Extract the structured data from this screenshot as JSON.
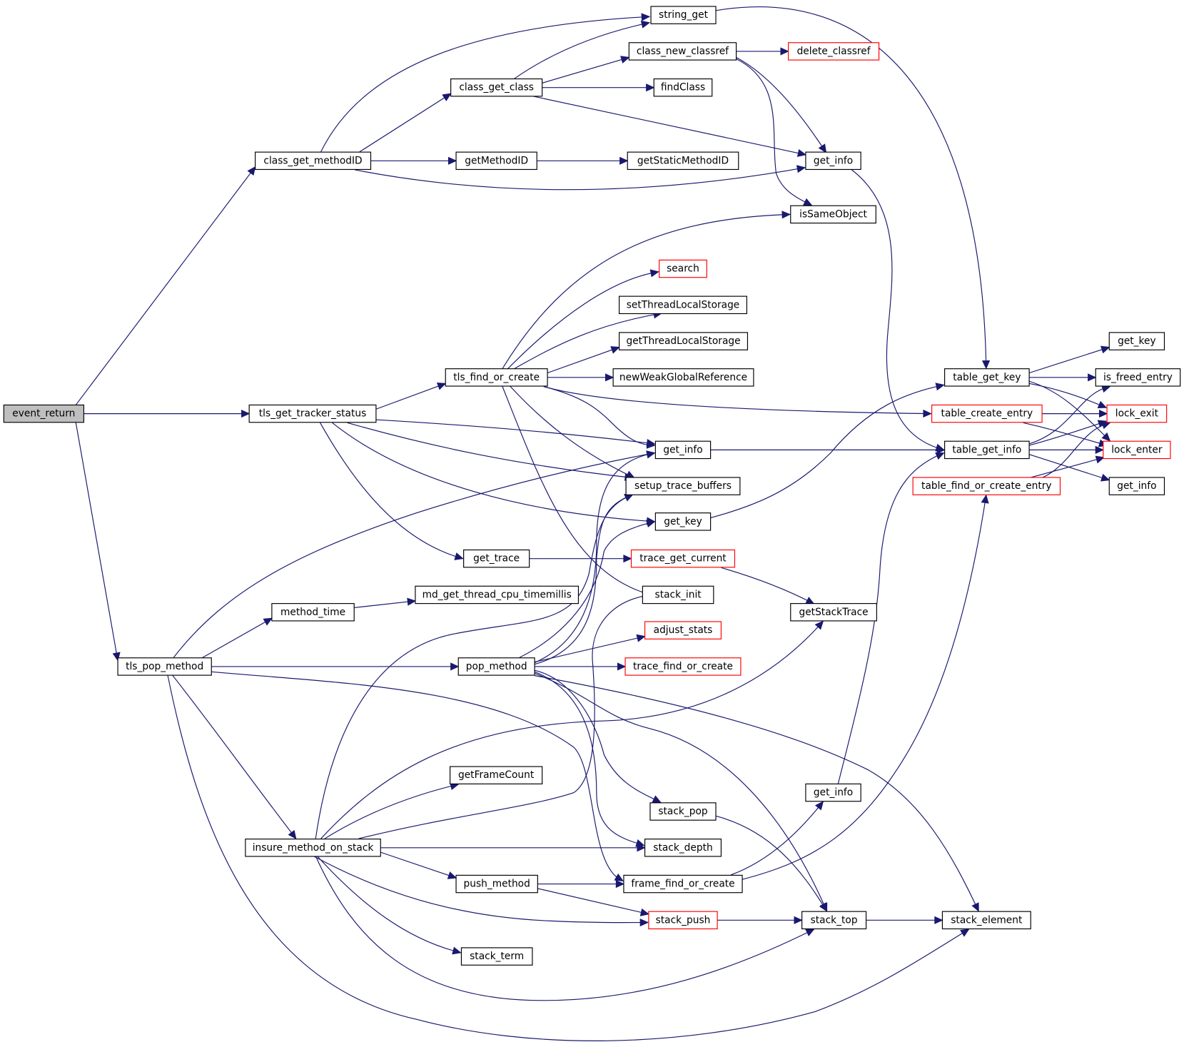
{
  "diagram": {
    "type": "call-graph",
    "root": "event_return",
    "colors": {
      "edge": "#191970",
      "node_border": "#000000",
      "node_border_undocumented": "#ff0000",
      "root_fill": "#bfbfbf",
      "node_fill": "#ffffff"
    },
    "nodes": {
      "event_return": {
        "label": "event_return",
        "style": "root"
      },
      "class_get_methodID": {
        "label": "class_get_methodID",
        "style": "normal"
      },
      "tls_get_tracker_status": {
        "label": "tls_get_tracker_status",
        "style": "normal"
      },
      "tls_pop_method": {
        "label": "tls_pop_method",
        "style": "normal"
      },
      "class_get_class": {
        "label": "class_get_class",
        "style": "normal"
      },
      "getMethodID": {
        "label": "getMethodID",
        "style": "normal"
      },
      "string_get": {
        "label": "string_get",
        "style": "normal"
      },
      "class_new_classref": {
        "label": "class_new_classref",
        "style": "normal"
      },
      "findClass": {
        "label": "findClass",
        "style": "normal"
      },
      "getStaticMethodID": {
        "label": "getStaticMethodID",
        "style": "normal"
      },
      "delete_classref": {
        "label": "delete_classref",
        "style": "red"
      },
      "get_info_a": {
        "label": "get_info",
        "style": "normal"
      },
      "isSameObject": {
        "label": "isSameObject",
        "style": "normal"
      },
      "tls_find_or_create": {
        "label": "tls_find_or_create",
        "style": "normal"
      },
      "search": {
        "label": "search",
        "style": "red"
      },
      "setThreadLocalStorage": {
        "label": "setThreadLocalStorage",
        "style": "normal"
      },
      "getThreadLocalStorage": {
        "label": "getThreadLocalStorage",
        "style": "normal"
      },
      "newWeakGlobalReference": {
        "label": "newWeakGlobalReference",
        "style": "normal"
      },
      "get_info_b": {
        "label": "get_info",
        "style": "normal"
      },
      "setup_trace_buffers": {
        "label": "setup_trace_buffers",
        "style": "normal"
      },
      "get_key_b": {
        "label": "get_key",
        "style": "normal"
      },
      "get_trace": {
        "label": "get_trace",
        "style": "normal"
      },
      "trace_get_current": {
        "label": "trace_get_current",
        "style": "red"
      },
      "method_time": {
        "label": "method_time",
        "style": "normal"
      },
      "md_get_thread_cpu_timemillis": {
        "label": "md_get_thread_cpu_timemillis",
        "style": "normal"
      },
      "stack_init": {
        "label": "stack_init",
        "style": "normal"
      },
      "adjust_stats": {
        "label": "adjust_stats",
        "style": "red"
      },
      "pop_method": {
        "label": "pop_method",
        "style": "normal"
      },
      "trace_find_or_create": {
        "label": "trace_find_or_create",
        "style": "red"
      },
      "getStackTrace": {
        "label": "getStackTrace",
        "style": "normal"
      },
      "getFrameCount": {
        "label": "getFrameCount",
        "style": "normal"
      },
      "get_info_c": {
        "label": "get_info",
        "style": "normal"
      },
      "stack_pop": {
        "label": "stack_pop",
        "style": "normal"
      },
      "insure_method_on_stack": {
        "label": "insure_method_on_stack",
        "style": "normal"
      },
      "stack_depth": {
        "label": "stack_depth",
        "style": "normal"
      },
      "push_method": {
        "label": "push_method",
        "style": "normal"
      },
      "frame_find_or_create": {
        "label": "frame_find_or_create",
        "style": "normal"
      },
      "stack_push": {
        "label": "stack_push",
        "style": "red"
      },
      "stack_top": {
        "label": "stack_top",
        "style": "normal"
      },
      "stack_element": {
        "label": "stack_element",
        "style": "normal"
      },
      "stack_term": {
        "label": "stack_term",
        "style": "normal"
      },
      "table_get_key": {
        "label": "table_get_key",
        "style": "normal"
      },
      "table_create_entry": {
        "label": "table_create_entry",
        "style": "red"
      },
      "table_get_info": {
        "label": "table_get_info",
        "style": "normal"
      },
      "table_find_or_create_entry": {
        "label": "table_find_or_create_entry",
        "style": "red"
      },
      "get_key_r": {
        "label": "get_key",
        "style": "normal"
      },
      "is_freed_entry": {
        "label": "is_freed_entry",
        "style": "normal"
      },
      "lock_exit": {
        "label": "lock_exit",
        "style": "red"
      },
      "lock_enter": {
        "label": "lock_enter",
        "style": "red"
      },
      "get_info_r": {
        "label": "get_info",
        "style": "normal"
      }
    },
    "edges": [
      [
        "event_return",
        "class_get_methodID"
      ],
      [
        "event_return",
        "tls_get_tracker_status"
      ],
      [
        "event_return",
        "tls_pop_method"
      ],
      [
        "class_get_methodID",
        "string_get"
      ],
      [
        "class_get_methodID",
        "class_get_class"
      ],
      [
        "class_get_methodID",
        "getMethodID"
      ],
      [
        "class_get_methodID",
        "get_info_a"
      ],
      [
        "class_get_class",
        "string_get"
      ],
      [
        "class_get_class",
        "class_new_classref"
      ],
      [
        "class_get_class",
        "findClass"
      ],
      [
        "class_get_class",
        "get_info_a"
      ],
      [
        "getMethodID",
        "getStaticMethodID"
      ],
      [
        "class_new_classref",
        "delete_classref"
      ],
      [
        "class_new_classref",
        "get_info_a"
      ],
      [
        "class_new_classref",
        "isSameObject"
      ],
      [
        "string_get",
        "table_get_key"
      ],
      [
        "get_info_a",
        "table_get_info"
      ],
      [
        "tls_get_tracker_status",
        "tls_find_or_create"
      ],
      [
        "tls_get_tracker_status",
        "get_info_b"
      ],
      [
        "tls_get_tracker_status",
        "setup_trace_buffers"
      ],
      [
        "tls_get_tracker_status",
        "get_key_b"
      ],
      [
        "tls_get_tracker_status",
        "get_trace"
      ],
      [
        "tls_find_or_create",
        "isSameObject"
      ],
      [
        "tls_find_or_create",
        "search"
      ],
      [
        "tls_find_or_create",
        "setThreadLocalStorage"
      ],
      [
        "tls_find_or_create",
        "getThreadLocalStorage"
      ],
      [
        "tls_find_or_create",
        "newWeakGlobalReference"
      ],
      [
        "tls_find_or_create",
        "table_create_entry"
      ],
      [
        "tls_find_or_create",
        "get_info_b"
      ],
      [
        "tls_find_or_create",
        "setup_trace_buffers"
      ],
      [
        "tls_find_or_create",
        "stack_init"
      ],
      [
        "get_info_b",
        "table_get_info"
      ],
      [
        "get_key_b",
        "table_get_key"
      ],
      [
        "get_trace",
        "trace_get_current"
      ],
      [
        "trace_get_current",
        "getStackTrace"
      ],
      [
        "tls_pop_method",
        "get_info_b"
      ],
      [
        "tls_pop_method",
        "method_time"
      ],
      [
        "tls_pop_method",
        "pop_method"
      ],
      [
        "tls_pop_method",
        "insure_method_on_stack"
      ],
      [
        "tls_pop_method",
        "frame_find_or_create"
      ],
      [
        "tls_pop_method",
        "stack_element"
      ],
      [
        "method_time",
        "md_get_thread_cpu_timemillis"
      ],
      [
        "pop_method",
        "get_info_b"
      ],
      [
        "pop_method",
        "setup_trace_buffers"
      ],
      [
        "pop_method",
        "get_key_b"
      ],
      [
        "pop_method",
        "adjust_stats"
      ],
      [
        "pop_method",
        "trace_find_or_create"
      ],
      [
        "pop_method",
        "stack_pop"
      ],
      [
        "pop_method",
        "stack_depth"
      ],
      [
        "pop_method",
        "stack_top"
      ],
      [
        "pop_method",
        "stack_element"
      ],
      [
        "insure_method_on_stack",
        "setup_trace_buffers"
      ],
      [
        "insure_method_on_stack",
        "stack_init"
      ],
      [
        "insure_method_on_stack",
        "getStackTrace"
      ],
      [
        "insure_method_on_stack",
        "getFrameCount"
      ],
      [
        "insure_method_on_stack",
        "stack_depth"
      ],
      [
        "insure_method_on_stack",
        "push_method"
      ],
      [
        "insure_method_on_stack",
        "stack_push"
      ],
      [
        "insure_method_on_stack",
        "stack_term"
      ],
      [
        "insure_method_on_stack",
        "stack_top"
      ],
      [
        "push_method",
        "frame_find_or_create"
      ],
      [
        "push_method",
        "stack_push"
      ],
      [
        "stack_pop",
        "stack_top"
      ],
      [
        "stack_push",
        "stack_top"
      ],
      [
        "stack_top",
        "stack_element"
      ],
      [
        "frame_find_or_create",
        "get_info_c"
      ],
      [
        "frame_find_or_create",
        "table_find_or_create_entry"
      ],
      [
        "get_info_c",
        "table_get_info"
      ],
      [
        "table_get_key",
        "get_key_r"
      ],
      [
        "table_get_key",
        "is_freed_entry"
      ],
      [
        "table_get_key",
        "lock_exit"
      ],
      [
        "table_get_key",
        "lock_enter"
      ],
      [
        "table_create_entry",
        "lock_exit"
      ],
      [
        "table_create_entry",
        "lock_enter"
      ],
      [
        "table_get_info",
        "is_freed_entry"
      ],
      [
        "table_get_info",
        "lock_exit"
      ],
      [
        "table_get_info",
        "lock_enter"
      ],
      [
        "table_get_info",
        "get_info_r"
      ],
      [
        "table_find_or_create_entry",
        "lock_exit"
      ],
      [
        "table_find_or_create_entry",
        "lock_enter"
      ]
    ]
  }
}
